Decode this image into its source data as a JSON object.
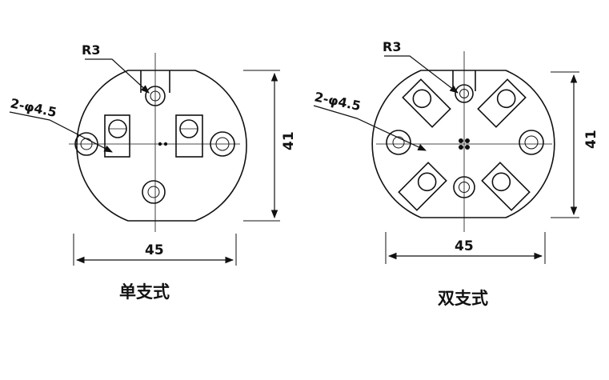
{
  "single": {
    "caption": "单支式",
    "radius_note": "R3",
    "hole_note": "2-φ4.5",
    "width": "45",
    "height": "41"
  },
  "double": {
    "caption": "双支式",
    "radius_note": "R3",
    "hole_note": "2-φ4.5",
    "width": "45",
    "height": "41"
  },
  "colors": {
    "ink": "#111111",
    "paper": "#ffffff"
  }
}
